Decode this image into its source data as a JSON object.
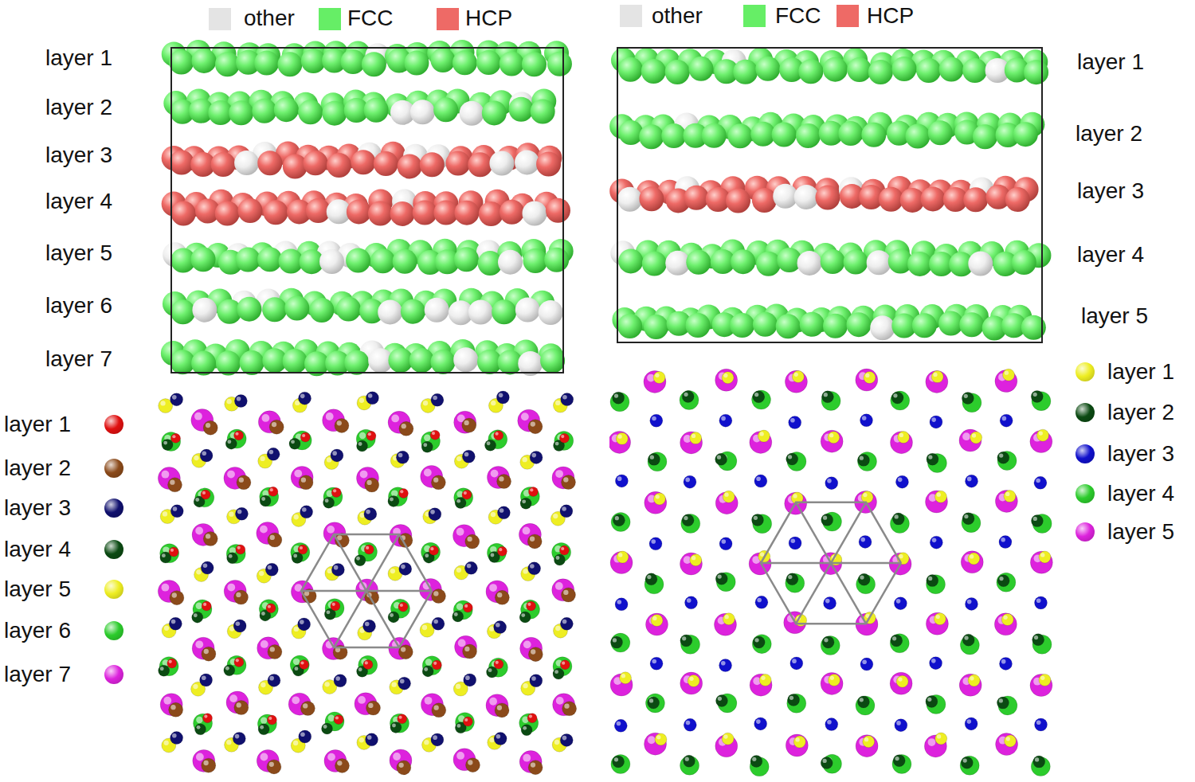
{
  "diagram": {
    "labels": [
      "layer 1",
      "layer 2",
      "layer 3",
      "layer 4",
      "layer 5",
      "layer 6",
      "layer 7",
      "layer 1",
      "layer 2",
      "layer 3",
      "layer 4",
      "layer 5"
    ],
    "legend": [
      {
        "text": "other",
        "color": "#e4e4e4"
      },
      {
        "text": "FCC",
        "color": "#66ee66"
      },
      {
        "text": "HCP",
        "color": "#ee6a66"
      },
      {
        "text": "other",
        "color": "#e4e4e4"
      },
      {
        "text": "FCC",
        "color": "#66ee66"
      },
      {
        "text": "HCP",
        "color": "#ee6a66"
      },
      {
        "text": "layer 1",
        "color": "#e01010"
      },
      {
        "text": "layer 2",
        "color": "#8b4a1a"
      },
      {
        "text": "layer 3",
        "color": "#10106e"
      },
      {
        "text": "layer 4",
        "color": "#0b4a12"
      },
      {
        "text": "layer 5",
        "color": "#eeee22"
      },
      {
        "text": "layer 6",
        "color": "#2ccc2c"
      },
      {
        "text": "layer 7",
        "color": "#dd22dd"
      },
      {
        "text": "layer 1",
        "color": "#eeee22"
      },
      {
        "text": "layer 2",
        "color": "#0b4a12"
      },
      {
        "text": "layer 3",
        "color": "#1010cc"
      },
      {
        "text": "layer 4",
        "color": "#2ccc2c"
      },
      {
        "text": "layer 5",
        "color": "#dd22dd"
      }
    ]
  }
}
